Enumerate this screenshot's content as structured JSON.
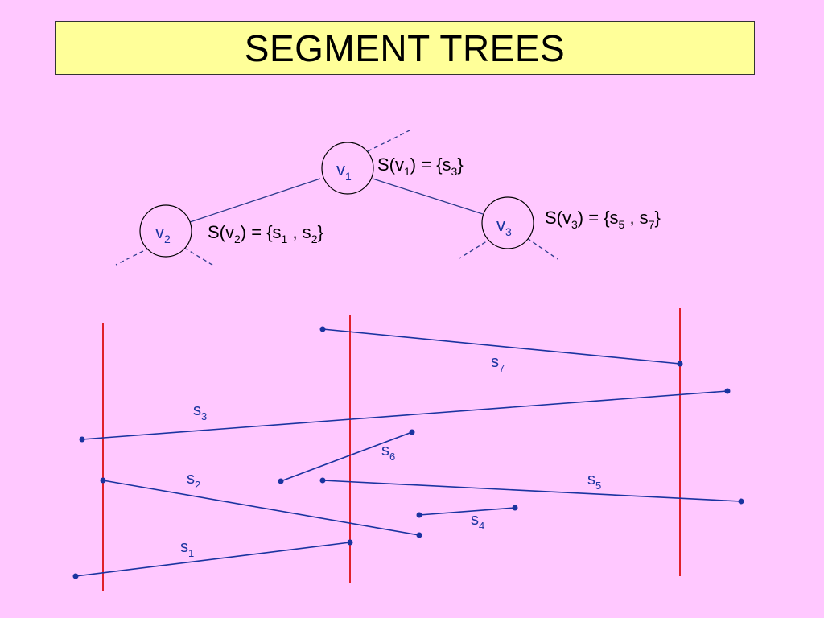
{
  "title": "SEGMENT TREES",
  "colors": {
    "background": "#FFC8FF",
    "title_bg": "#FFFF99",
    "tree_line": "#2B3A8C",
    "segment": "#1A33A0",
    "slab_line": "#E0202A",
    "node_label": "#1A33A0",
    "text": "#000000"
  },
  "tree": {
    "nodes": [
      {
        "id": "v1",
        "base": "v",
        "sub": "1",
        "set_base": "S(v",
        "set_sub": "1",
        "set_mid": ") = {s",
        "set_items": [
          {
            "sub": "3"
          }
        ],
        "set_end": "}"
      },
      {
        "id": "v2",
        "base": "v",
        "sub": "2",
        "set_base": "S(v",
        "set_sub": "2",
        "set_mid": ") = {s",
        "set_items": [
          {
            "sub": "1"
          },
          {
            "sub": "2"
          }
        ],
        "set_end": "}"
      },
      {
        "id": "v3",
        "base": "v",
        "sub": "3",
        "set_base": "S(v",
        "set_sub": "3",
        "set_mid": ") = {s",
        "set_items": [
          {
            "sub": "5"
          },
          {
            "sub": "7"
          }
        ],
        "set_end": "}"
      }
    ]
  },
  "segments": [
    {
      "name": "s1",
      "base": "s",
      "sub": "1"
    },
    {
      "name": "s2",
      "base": "s",
      "sub": "2"
    },
    {
      "name": "s3",
      "base": "s",
      "sub": "3"
    },
    {
      "name": "s4",
      "base": "s",
      "sub": "4"
    },
    {
      "name": "s5",
      "base": "s",
      "sub": "5"
    },
    {
      "name": "s6",
      "base": "s",
      "sub": "6"
    },
    {
      "name": "s7",
      "base": "s",
      "sub": "7"
    }
  ],
  "slab_lines": 3
}
